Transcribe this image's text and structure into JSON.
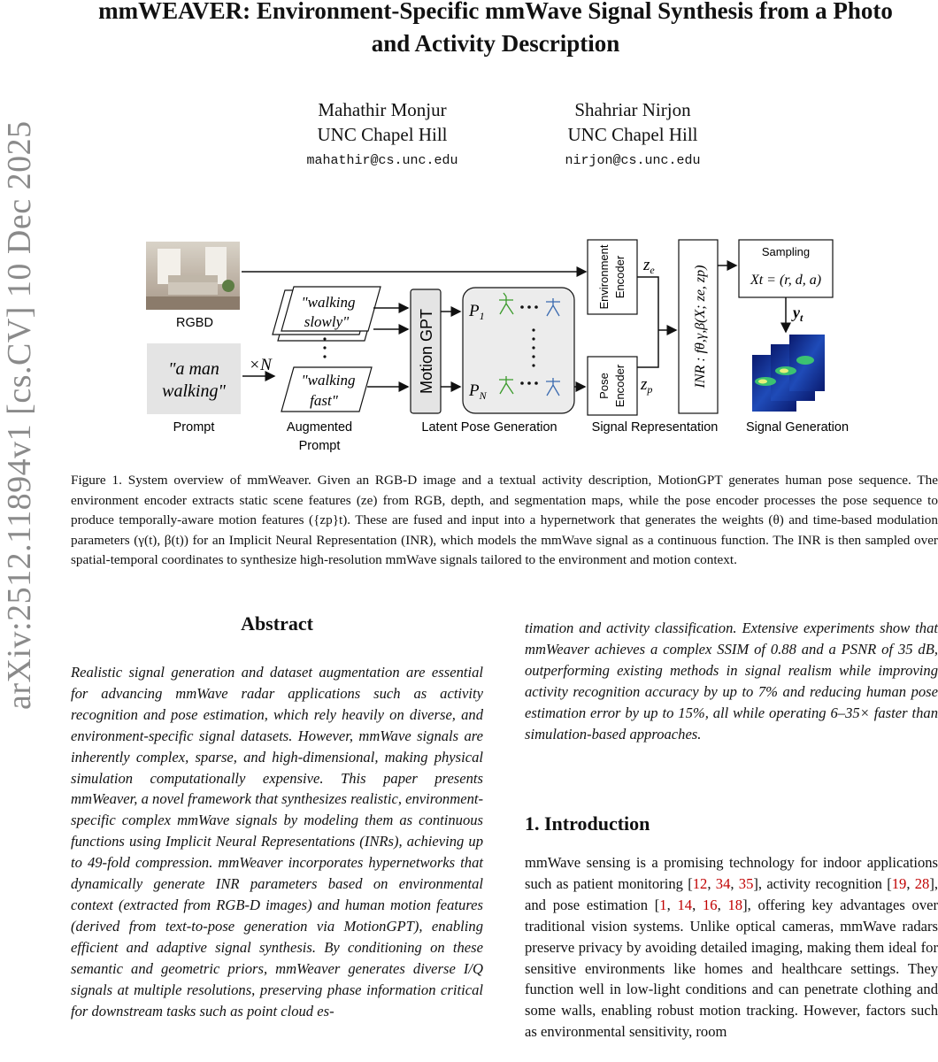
{
  "title_line1": "mmWEAVER: Environment-Specific mmWave Signal Synthesis from a Photo",
  "title_line2": "and Activity Description",
  "authors": [
    {
      "name": "Mahathir Monjur",
      "affiliation": "UNC Chapel Hill",
      "email": "mahathir@cs.unc.edu"
    },
    {
      "name": "Shahriar Nirjon",
      "affiliation": "UNC Chapel Hill",
      "email": "nirjon@cs.unc.edu"
    }
  ],
  "arxiv_stamp": "arXiv:2512.11894v1  [cs.CV]  10 Dec 2025",
  "figure": {
    "rgbd_label": "RGBD",
    "prompt_text_1": "\"a man",
    "prompt_text_2": "walking\"",
    "times_n": "×N",
    "aug1_l1": "\"walking",
    "aug1_l2": "slowly\"",
    "aug2_l1": "\"walking",
    "aug2_l2": "fast\"",
    "motion_gpt": "Motion GPT",
    "p1": "P",
    "p1_sub": "1",
    "pn": "P",
    "pn_sub": "N",
    "env_encoder_1": "Environment",
    "env_encoder_2": "Encoder",
    "pose_encoder_1": "Pose",
    "pose_encoder_2": "Encoder",
    "ze": "z",
    "ze_sub": "e",
    "zp": "z",
    "zp_sub": "p",
    "inr_label": "INR : fθ,γ,β(X; ze, zp)",
    "sampling": "Sampling",
    "xt": "Xt = (r, d, a)",
    "yt": "y",
    "yt_sub": "t",
    "stage_labels": [
      "Prompt",
      "Augmented",
      "Prompt",
      "Latent Pose Generation",
      "Signal Representation",
      "Signal Generation"
    ]
  },
  "caption": "Figure 1. System overview of mmWeaver. Given an RGB-D image and a textual activity description, MotionGPT generates human pose sequence. The environment encoder extracts static scene features (ze) from RGB, depth, and segmentation maps, while the pose encoder processes the pose sequence to produce temporally-aware motion features ({zp}t). These are fused and input into a hypernetwork that generates the weights (θ) and time-based modulation parameters (γ(t), β(t)) for an Implicit Neural Representation (INR), which models the mmWave signal as a continuous function. The INR is then sampled over spatial-temporal coordinates to synthesize high-resolution mmWave signals tailored to the environment and motion context.",
  "abstract_heading": "Abstract",
  "abstract_col1": "Realistic signal generation and dataset augmentation are essential for advancing mmWave radar applications such as activity recognition and pose estimation, which rely heavily on diverse, and environment-specific signal datasets. However, mmWave signals are inherently complex, sparse, and high-dimensional, making physical simulation computationally expensive. This paper presents mmWeaver, a novel framework that synthesizes realistic, environment-specific complex mmWave signals by modeling them as continuous functions using Implicit Neural Representations (INRs), achieving up to 49-fold compression. mmWeaver incorporates hypernetworks that dynamically generate INR parameters based on environmental context (extracted from RGB-D images) and human motion features (derived from text-to-pose generation via MotionGPT), enabling efficient and adaptive signal synthesis. By conditioning on these semantic and geometric priors, mmWeaver generates diverse I/Q signals at multiple resolutions, preserving phase information critical for downstream tasks such as point cloud es-",
  "abstract_col2": "timation and activity classification. Extensive experiments show that mmWeaver achieves a complex SSIM of 0.88 and a PSNR of 35 dB, outperforming existing methods in signal realism while improving activity recognition accuracy by up to 7% and reducing human pose estimation error by up to 15%, all while operating 6–35× faster than simulation-based approaches.",
  "intro_heading": "1. Introduction",
  "intro": {
    "t1": "mmWave sensing is a promising technology for indoor applications such as patient monitoring [",
    "c1": "12",
    "t2": ", ",
    "c2": "34",
    "t3": ", ",
    "c3": "35",
    "t4": "], activity recognition [",
    "c4": "19",
    "t5": ", ",
    "c5": "28",
    "t6": "], and pose estimation [",
    "c6": "1",
    "t7": ", ",
    "c7": "14",
    "t8": ", ",
    "c8": "16",
    "t9": ", ",
    "c9": "18",
    "t10": "], offering key advantages over traditional vision systems. Unlike optical cameras, mmWave radars preserve privacy by avoiding detailed imaging, making them ideal for sensitive environments like homes and healthcare settings. They function well in low-light conditions and can penetrate clothing and some walls, enabling robust motion tracking. However, factors such as environmental sensitivity, room"
  }
}
